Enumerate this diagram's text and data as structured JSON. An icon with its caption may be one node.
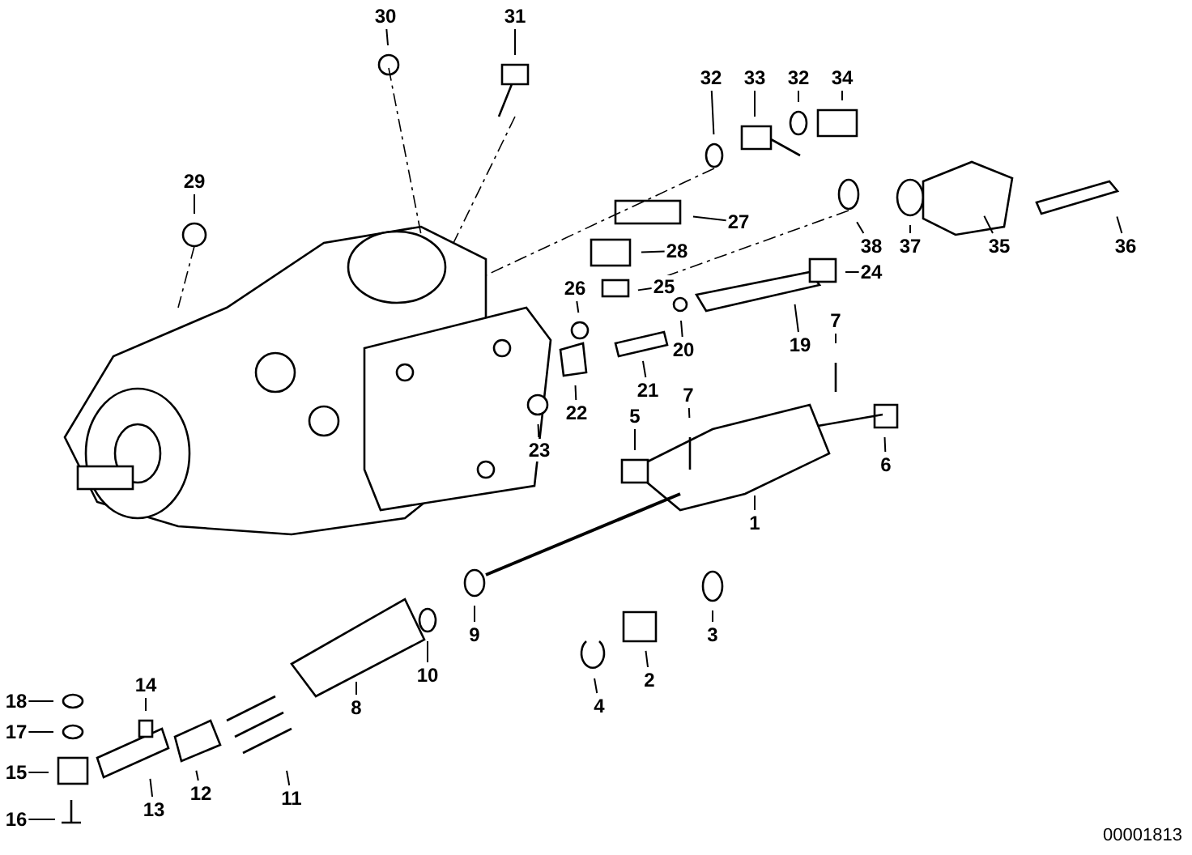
{
  "diagram": {
    "nodes": [
      {
        "text": [
          "30"
        ]
      },
      {
        "text": [
          "31"
        ]
      },
      {
        "text": [
          "32"
        ]
      },
      {
        "text": [
          "33"
        ]
      },
      {
        "text": [
          "32"
        ]
      },
      {
        "text": [
          "34"
        ]
      },
      {
        "text": [
          "29"
        ]
      },
      {
        "text": [
          "27"
        ]
      },
      {
        "text": [
          "38"
        ]
      },
      {
        "text": [
          "37"
        ]
      },
      {
        "text": [
          "35"
        ]
      },
      {
        "text": [
          "36"
        ]
      },
      {
        "text": [
          "28"
        ]
      },
      {
        "text": [
          "24"
        ]
      },
      {
        "text": [
          "25"
        ]
      },
      {
        "text": [
          "26"
        ]
      },
      {
        "text": [
          "7"
        ]
      },
      {
        "text": [
          "19"
        ]
      },
      {
        "text": [
          "20"
        ]
      },
      {
        "text": [
          "21"
        ]
      },
      {
        "text": [
          "7"
        ]
      },
      {
        "text": [
          "22"
        ]
      },
      {
        "text": [
          "5"
        ]
      },
      {
        "text": [
          "23"
        ]
      },
      {
        "text": [
          "6"
        ]
      },
      {
        "text": [
          "1"
        ]
      },
      {
        "text": [
          "9"
        ]
      },
      {
        "text": [
          "3"
        ]
      },
      {
        "text": [
          "2"
        ]
      },
      {
        "text": [
          "10"
        ]
      },
      {
        "text": [
          "14"
        ]
      },
      {
        "text": [
          "18"
        ]
      },
      {
        "text": [
          "4"
        ]
      },
      {
        "text": [
          "8"
        ]
      },
      {
        "text": [
          "17"
        ]
      },
      {
        "text": [
          "15"
        ]
      },
      {
        "text": [
          "12"
        ]
      },
      {
        "text": [
          "11"
        ]
      },
      {
        "text": [
          "13"
        ]
      },
      {
        "text": [
          "16"
        ]
      }
    ],
    "edges": [
      {
        "from": 0,
        "to": null,
        "arrow": "none"
      },
      {
        "from": 1,
        "to": null,
        "arrow": "none"
      },
      {
        "from": 2,
        "to": null,
        "arrow": "none"
      },
      {
        "from": 3,
        "to": null,
        "arrow": "none"
      },
      {
        "from": 4,
        "to": null,
        "arrow": "none"
      },
      {
        "from": 5,
        "to": null,
        "arrow": "none"
      },
      {
        "from": 6,
        "to": null,
        "arrow": "none"
      },
      {
        "from": 7,
        "to": null,
        "arrow": "none"
      },
      {
        "from": 8,
        "to": null,
        "arrow": "none"
      },
      {
        "from": 9,
        "to": null,
        "arrow": "none"
      },
      {
        "from": 10,
        "to": null,
        "arrow": "none"
      },
      {
        "from": 11,
        "to": null,
        "arrow": "none"
      },
      {
        "from": 12,
        "to": null,
        "arrow": "none"
      },
      {
        "from": 13,
        "to": null,
        "arrow": "none"
      },
      {
        "from": 14,
        "to": null,
        "arrow": "none"
      },
      {
        "from": 15,
        "to": null,
        "arrow": "none"
      },
      {
        "from": 16,
        "to": null,
        "arrow": "none"
      },
      {
        "from": 17,
        "to": null,
        "arrow": "none"
      },
      {
        "from": 18,
        "to": null,
        "arrow": "none"
      },
      {
        "from": 19,
        "to": null,
        "arrow": "none"
      },
      {
        "from": 20,
        "to": null,
        "arrow": "none"
      },
      {
        "from": 21,
        "to": null,
        "arrow": "none"
      },
      {
        "from": 22,
        "to": null,
        "arrow": "none"
      },
      {
        "from": 23,
        "to": null,
        "arrow": "none"
      },
      {
        "from": 24,
        "to": null,
        "arrow": "none"
      },
      {
        "from": 25,
        "to": null,
        "arrow": "none"
      },
      {
        "from": 26,
        "to": null,
        "arrow": "none"
      },
      {
        "from": 27,
        "to": null,
        "arrow": "none"
      },
      {
        "from": 28,
        "to": null,
        "arrow": "none"
      },
      {
        "from": 29,
        "to": null,
        "arrow": "none"
      },
      {
        "from": 30,
        "to": null,
        "arrow": "none"
      },
      {
        "from": 31,
        "to": null,
        "arrow": "none"
      },
      {
        "from": 32,
        "to": null,
        "arrow": "none"
      },
      {
        "from": 33,
        "to": null,
        "arrow": "none"
      },
      {
        "from": 34,
        "to": null,
        "arrow": "none"
      },
      {
        "from": 35,
        "to": null,
        "arrow": "none"
      },
      {
        "from": 36,
        "to": null,
        "arrow": "none"
      },
      {
        "from": 37,
        "to": null,
        "arrow": "none"
      },
      {
        "from": 38,
        "to": null,
        "arrow": "none"
      },
      {
        "from": 39,
        "to": null,
        "arrow": "none"
      }
    ],
    "labels": [
      "00001813"
    ]
  }
}
